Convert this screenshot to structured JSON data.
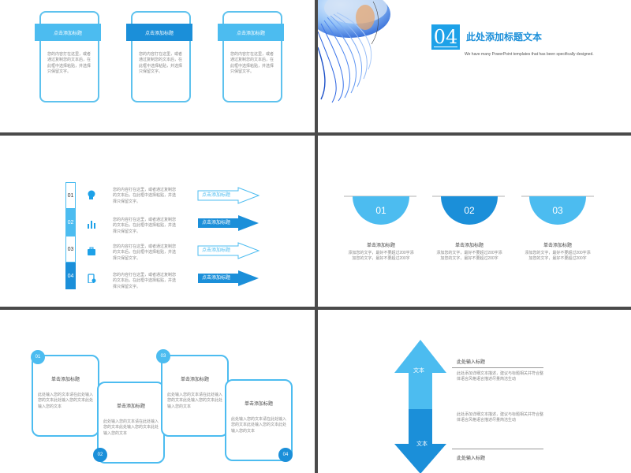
{
  "panel1": {
    "cards": [
      {
        "title": "点击添加标题",
        "text": "您的内容打在这里，或者通过复制您的文本后，在此框中选择粘贴，并选择只保留文字。"
      },
      {
        "title": "点击添加标题",
        "text": "您的内容打在这里，或者通过复制您的文本后，在此框中选择粘贴，并选择只保留文字。"
      },
      {
        "title": "点击添加标题",
        "text": "您的内容打在这里，或者通过复制您的文本后，在此框中选择粘贴，并选择只保留文字。"
      }
    ]
  },
  "panel2": {
    "number": "04",
    "title": "此处添加标题文本",
    "subtitle": "We have many PowerPoint templates that has been specifically designed."
  },
  "panel3": {
    "rows": [
      {
        "num": "01",
        "icon": "chat-head-icon",
        "text": "您的内容打在这里，或者通过复制您的文本后，在此框中选择粘贴，并选择只保留文字。",
        "label": "点击添加标题"
      },
      {
        "num": "02",
        "icon": "bar-chart-icon",
        "text": "您的内容打在这里，或者通过复制您的文本后，在此框中选择粘贴，并选择只保留文字。",
        "label": "点击添加标题"
      },
      {
        "num": "03",
        "icon": "briefcase-icon",
        "text": "您的内容打在这里，或者通过复制您的文本后，在此框中选择粘贴，并选择只保留文字。",
        "label": "点击添加标题"
      },
      {
        "num": "04",
        "icon": "phone-icon",
        "text": "您的内容打在这里，或者通过复制您的文本后，在此框中选择粘贴，并选择只保留文字。",
        "label": "点击添加标题"
      }
    ]
  },
  "panel4": {
    "items": [
      {
        "num": "01",
        "title": "单击添加标题",
        "text": "添加您的文字，最好不要超过200字添加您的文字，最好不要超过200字"
      },
      {
        "num": "02",
        "title": "单击添加标题",
        "text": "添加您的文字，最好不要超过200字添加您的文字，最好不要超过200字"
      },
      {
        "num": "03",
        "title": "单击添加标题",
        "text": "添加您的文字，最好不要超过200字添加您的文字，最好不要超过200字"
      }
    ]
  },
  "panel5": {
    "cards": [
      {
        "num": "01",
        "title": "单击添加标题",
        "text": "此处输入您的文本请在此处输入您的文本此处输入您的文本此处输入您的文本"
      },
      {
        "num": "02",
        "title": "单击添加标题",
        "text": "此处输入您的文本请在此处输入您的文本此处输入您的文本此处输入您的文本"
      },
      {
        "num": "03",
        "title": "单击添加标题",
        "text": "此处输入您的文本请在此处输入您的文本此处输入您的文本此处输入您的文本"
      },
      {
        "num": "04",
        "title": "单击添加标题",
        "text": "此处输入您的文本请在此处输入您的文本此处输入您的文本此处输入您的文本"
      }
    ]
  },
  "panel6": {
    "arrow_up_label": "文本",
    "arrow_down_label": "文本",
    "top_title": "此处输入标题",
    "top_text": "此处添加详细文本描述，建议与标题相关并符合整体语言风格语言描述尽量简洁生动",
    "bottom_text": "此处添加详细文本描述，建议与标题相关并符合整体语言风格语言描述尽量简洁生动",
    "bottom_title": "此处输入标题"
  },
  "colors": {
    "light_blue": "#4cbcf0",
    "dark_blue": "#1b8fd9",
    "border_blue": "#5ec2ee"
  }
}
